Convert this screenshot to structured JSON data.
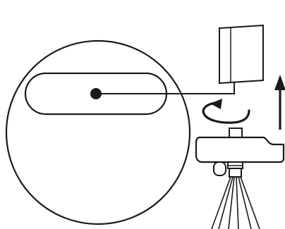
{
  "diagram": {
    "stroke_color": "#1a1a1a",
    "background_color": "#ffffff",
    "components": [
      "zoom-circle",
      "slot-opening",
      "pivot-dot",
      "connector-line",
      "card-panel",
      "rotate-arrow-icon",
      "up-arrow-icon",
      "tripod-head",
      "tripod-legs"
    ]
  }
}
